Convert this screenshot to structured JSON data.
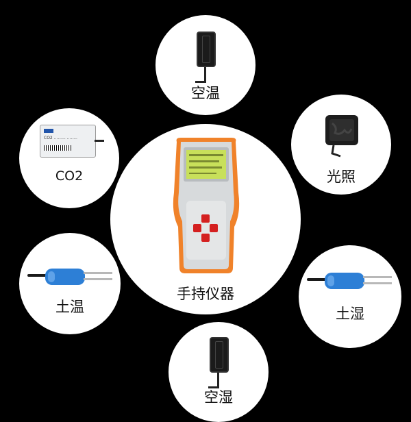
{
  "center": {
    "label": "手持仪器"
  },
  "nodes": [
    {
      "key": "air_temp",
      "label": "空温",
      "icon": "air-temperature-probe-icon"
    },
    {
      "key": "light",
      "label": "光照",
      "icon": "light-sensor-icon"
    },
    {
      "key": "soil_humidity",
      "label": "土湿",
      "icon": "soil-humidity-probe-icon"
    },
    {
      "key": "air_humidity",
      "label": "空湿",
      "icon": "air-humidity-probe-icon"
    },
    {
      "key": "soil_temp",
      "label": "土温",
      "icon": "soil-temperature-probe-icon"
    },
    {
      "key": "co2",
      "label": "CO2",
      "icon": "co2-sensor-icon"
    }
  ],
  "co2_module_text": "CO2 ......... ........"
}
